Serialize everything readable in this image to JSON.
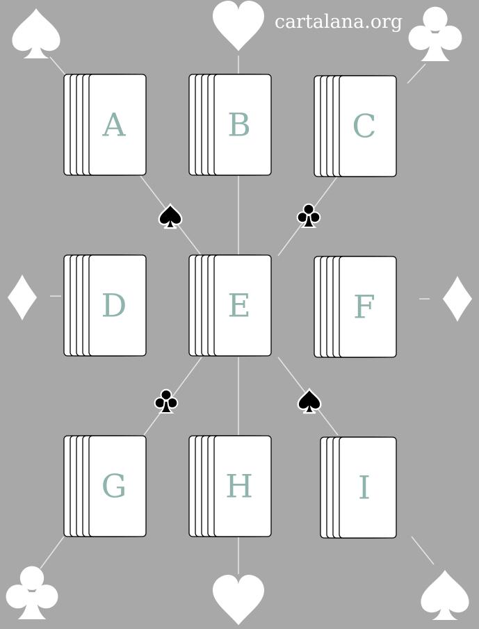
{
  "site": {
    "label": "cartalana.org"
  },
  "colors": {
    "background": "#a8a8a8",
    "card_fill": "#ffffff",
    "card_border": "#000000",
    "letter": "#8fb3ad",
    "suit_large": "#ffffff",
    "suit_small": "#000000",
    "line": "#e6e6e6"
  },
  "piles": [
    {
      "id": "A",
      "label": "A",
      "cards": 5
    },
    {
      "id": "B",
      "label": "B",
      "cards": 5
    },
    {
      "id": "C",
      "label": "C",
      "cards": 5
    },
    {
      "id": "D",
      "label": "D",
      "cards": 5
    },
    {
      "id": "E",
      "label": "E",
      "cards": 5
    },
    {
      "id": "F",
      "label": "F",
      "cards": 5
    },
    {
      "id": "G",
      "label": "G",
      "cards": 5
    },
    {
      "id": "H",
      "label": "H",
      "cards": 5
    },
    {
      "id": "I",
      "label": "I",
      "cards": 4
    }
  ],
  "suit_markers": {
    "large": [
      {
        "suit": "spade",
        "link": "A"
      },
      {
        "suit": "heart",
        "link": "B"
      },
      {
        "suit": "club",
        "link": "C"
      },
      {
        "suit": "diamond",
        "link": "D"
      },
      {
        "suit": "diamond",
        "link": "F"
      },
      {
        "suit": "club",
        "link": "G"
      },
      {
        "suit": "heart",
        "link": "H"
      },
      {
        "suit": "spade",
        "link": "I"
      }
    ],
    "small": [
      {
        "suit": "spade",
        "between": [
          "A",
          "E"
        ]
      },
      {
        "suit": "club",
        "between": [
          "C",
          "E"
        ]
      },
      {
        "suit": "club",
        "between": [
          "G",
          "E"
        ]
      },
      {
        "suit": "spade",
        "between": [
          "I",
          "E"
        ]
      }
    ]
  }
}
